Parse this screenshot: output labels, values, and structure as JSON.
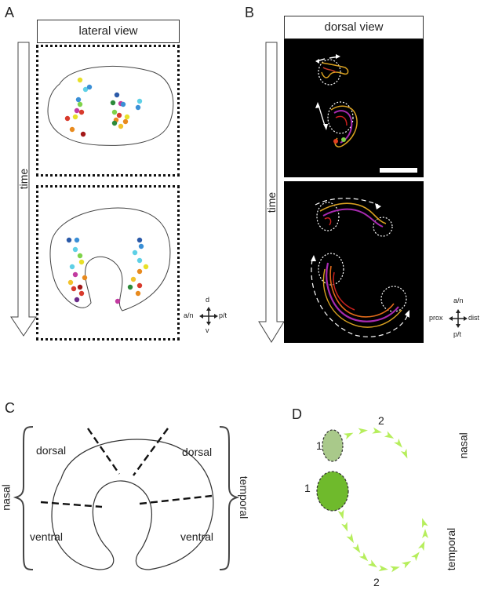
{
  "panels": {
    "a": {
      "letter": "A",
      "title": "lateral view",
      "time_label": "time",
      "axis": {
        "up": "d",
        "down": "v",
        "left": "a/n",
        "right": "p/t"
      }
    },
    "b": {
      "letter": "B",
      "title": "dorsal view",
      "time_label": "time",
      "axis": {
        "up": "a/n",
        "down": "p/t",
        "left": "prox",
        "right": "dist"
      }
    },
    "c": {
      "letter": "C",
      "left_brace": "nasal",
      "right_brace": "temporal",
      "regions": {
        "top_left": "dorsal",
        "top_right": "dorsal",
        "bottom_left": "ventral",
        "bottom_right": "ventral"
      }
    },
    "d": {
      "letter": "D",
      "top_number": "1",
      "top_path_number": "2",
      "top_label": "nasal",
      "bottom_number": "1",
      "bottom_path_number": "2",
      "bottom_label": "temporal"
    }
  },
  "colors": {
    "dot_palette": [
      "#e8e028",
      "#3a8fd6",
      "#2b5aa8",
      "#7fd34a",
      "#d83a2c",
      "#e88a1e",
      "#c23aa0",
      "#5ed0e6",
      "#6b2a8a",
      "#a31818",
      "#2d8a3a",
      "#f2c22c"
    ],
    "green_light": "#a9c98a",
    "green_dark": "#6fba2c",
    "green_arrow": "#b6ee5c"
  }
}
